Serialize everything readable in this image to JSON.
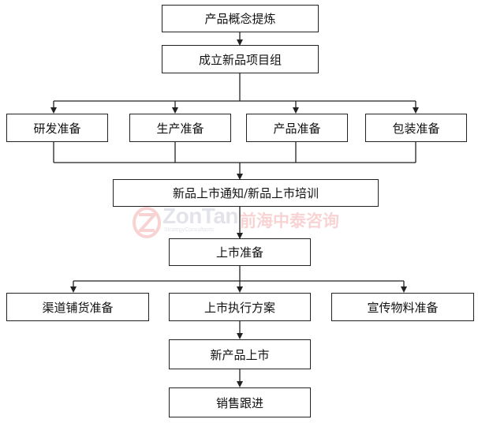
{
  "nodes": {
    "concept": "产品概念提炼",
    "team": "成立新品项目组",
    "rd": "研发准备",
    "production": "生产准备",
    "product": "产品准备",
    "packaging": "包装准备",
    "notice": "新品上市通知/新品上市培训",
    "launch_prep": "上市准备",
    "channel": "渠道铺货准备",
    "execution": "上市执行方案",
    "promo": "宣传物料准备",
    "launch": "新产品上市",
    "followup": "销售跟进"
  },
  "watermark": {
    "brand": "ZonTan",
    "tagline": "StrategyConsultants",
    "cn": "前海中泰咨询"
  },
  "colors": {
    "line": "#222222",
    "watermark_gray": "#c9c9d6",
    "watermark_red": "#f2a8a8"
  }
}
